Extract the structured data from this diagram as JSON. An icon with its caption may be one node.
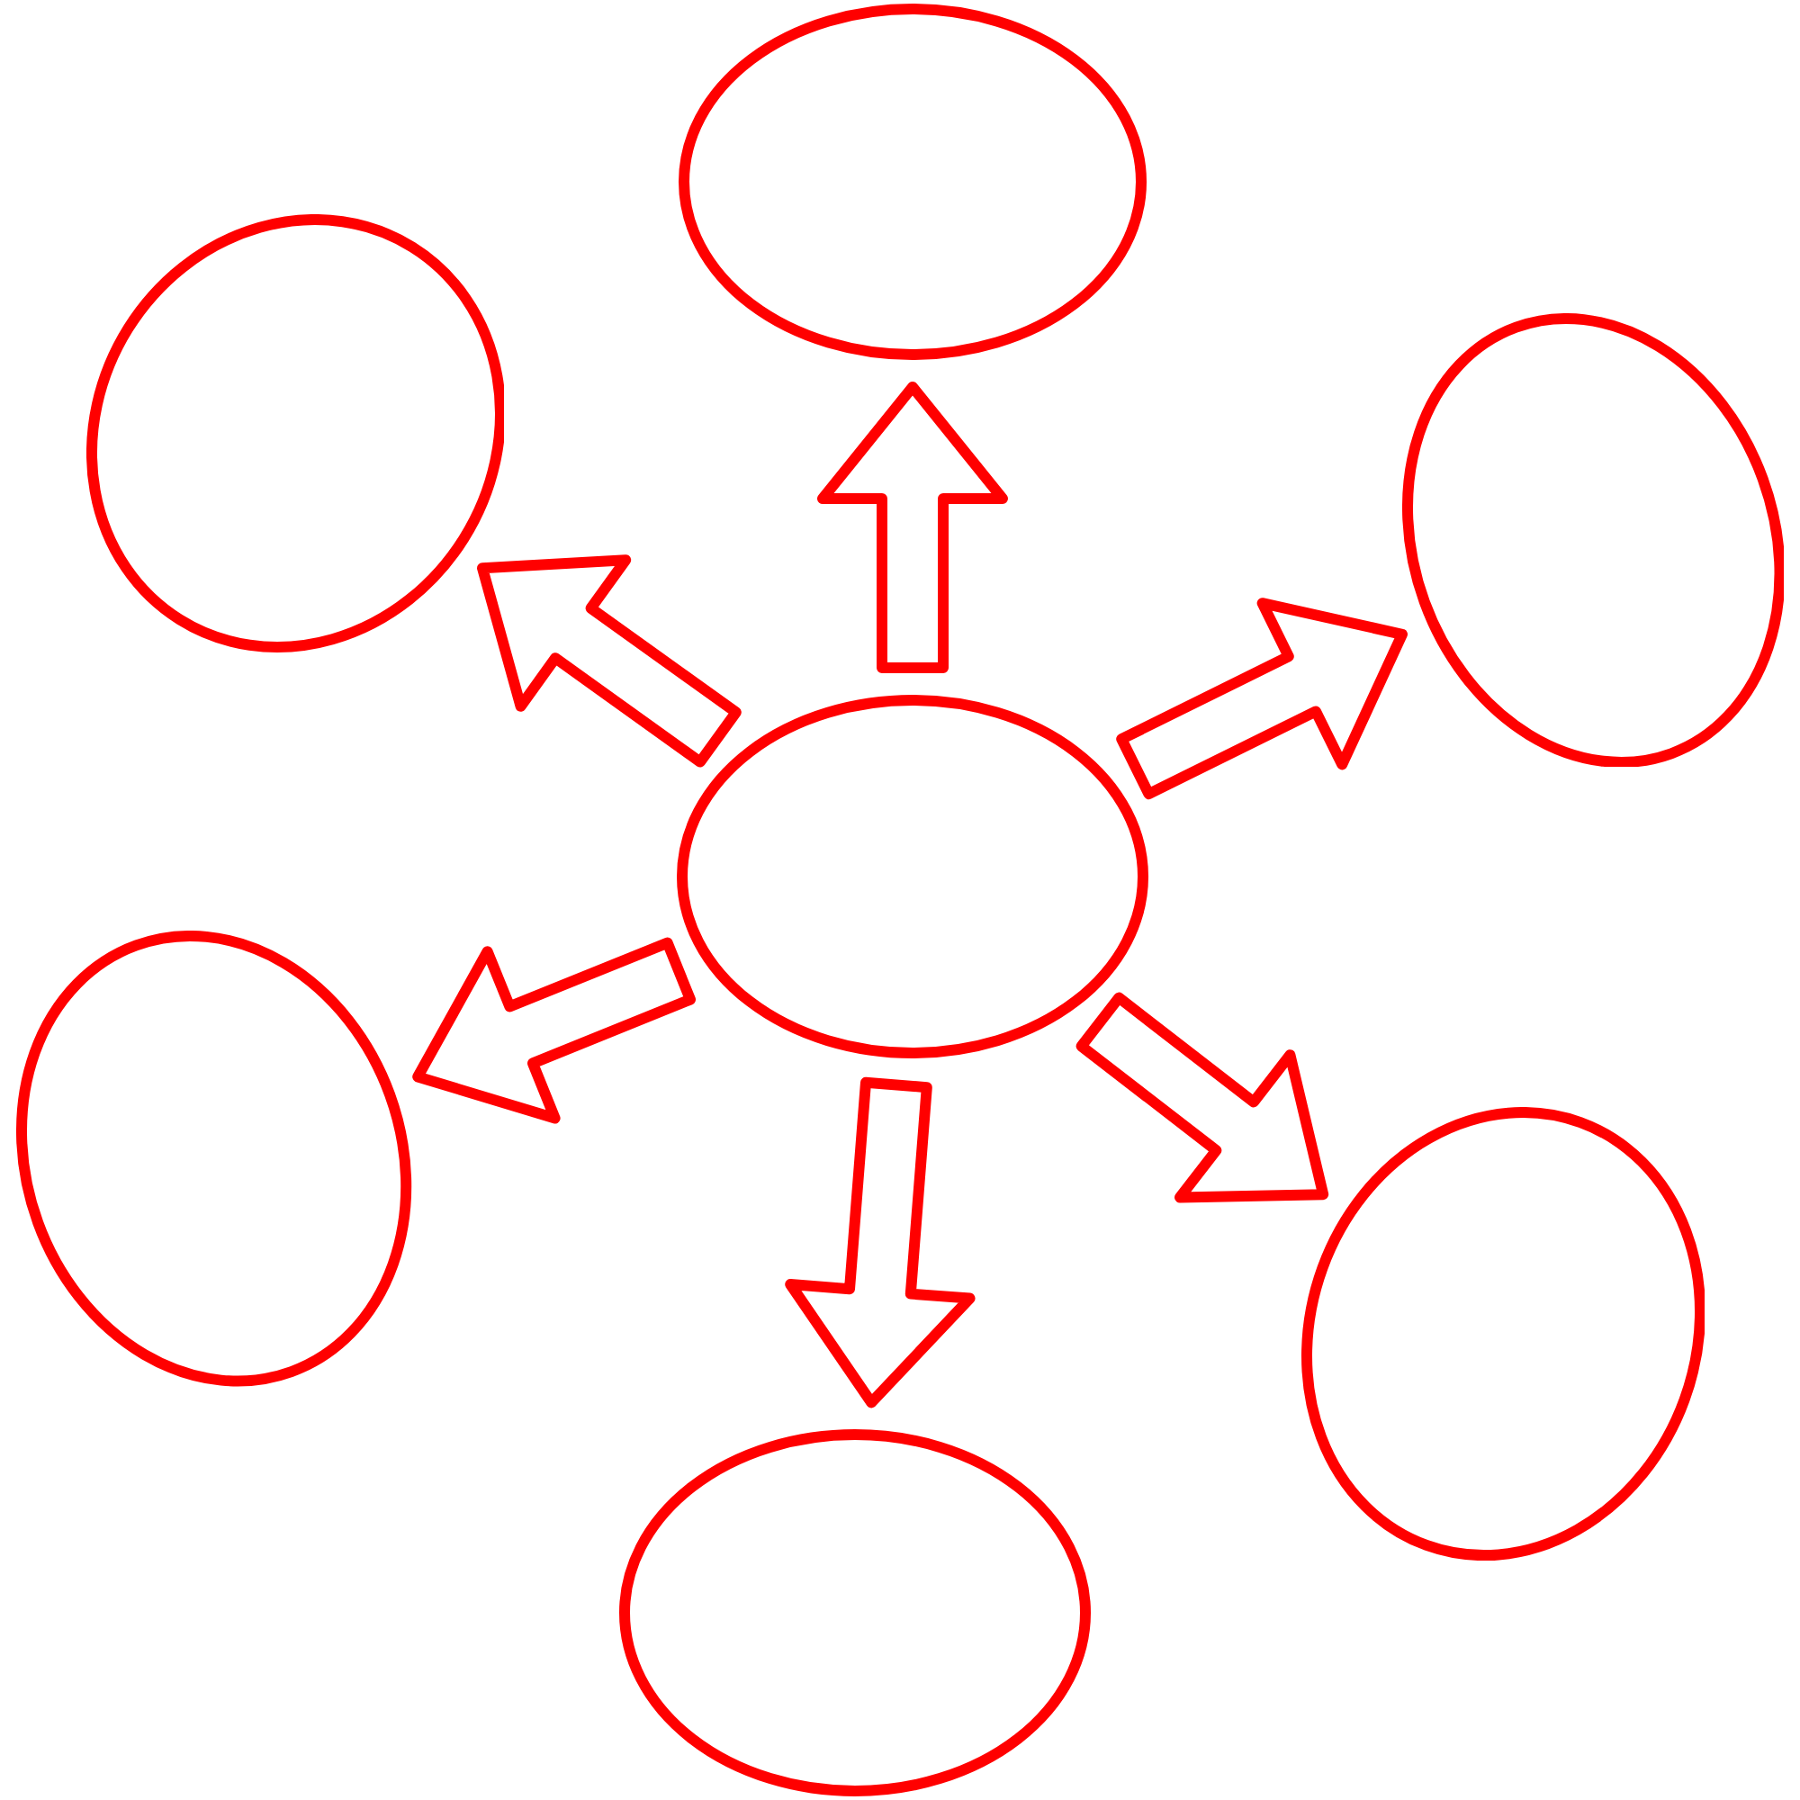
{
  "diagram": {
    "nodes": [
      {
        "text": [],
        "shape": "ellipse"
      },
      {
        "text": [],
        "shape": "ellipse"
      },
      {
        "text": [],
        "shape": "ellipse"
      },
      {
        "text": [],
        "shape": "ellipse"
      },
      {
        "text": [],
        "shape": "ellipse"
      },
      {
        "text": [],
        "shape": "ellipse"
      },
      {
        "text": [],
        "shape": "ellipse"
      }
    ],
    "edges": [
      {
        "from": 0,
        "to": 1,
        "arrow": "to"
      },
      {
        "from": 0,
        "to": 2,
        "arrow": "to"
      },
      {
        "from": 0,
        "to": 3,
        "arrow": "to"
      },
      {
        "from": 0,
        "to": 4,
        "arrow": "to"
      },
      {
        "from": 0,
        "to": 5,
        "arrow": "to"
      },
      {
        "from": 0,
        "to": 6,
        "arrow": "to"
      }
    ]
  }
}
